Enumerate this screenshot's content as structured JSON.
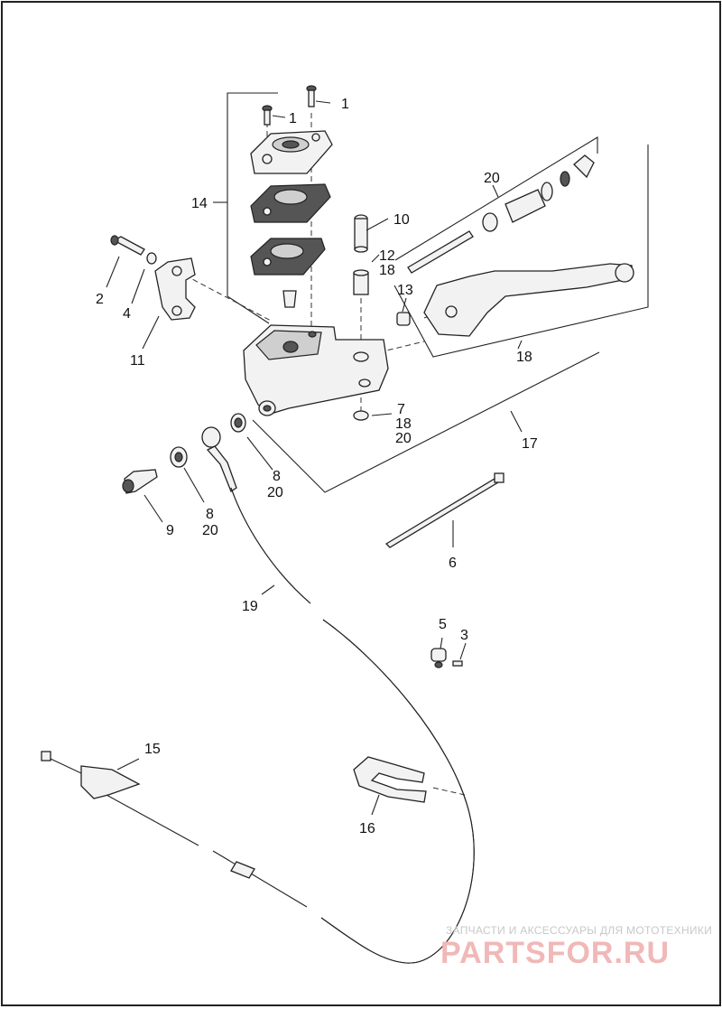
{
  "callouts": {
    "c1a": "1",
    "c1b": "1",
    "c14": "14",
    "c20a": "20",
    "c10": "10",
    "c12": "12",
    "c18a": "18",
    "c13": "13",
    "c2": "2",
    "c4": "4",
    "c11": "11",
    "c18b": "18",
    "c7": "7",
    "c18c": "18",
    "c20b": "20",
    "c17": "17",
    "c8a": "8",
    "c20c": "20",
    "c8b": "8",
    "c20d": "20",
    "c9": "9",
    "c6": "6",
    "c19": "19",
    "c5": "5",
    "c3": "3",
    "c15": "15",
    "c16": "16"
  },
  "watermark": {
    "top": "ЗАПЧАСТИ И АКСЕССУАРЫ ДЛЯ МОТОТЕХНИКИ",
    "main": "PARTSFOR.RU"
  },
  "colors": {
    "line": "#222222",
    "part_fill": "#f2f2f2",
    "watermark_main": "#f1b8b8"
  }
}
